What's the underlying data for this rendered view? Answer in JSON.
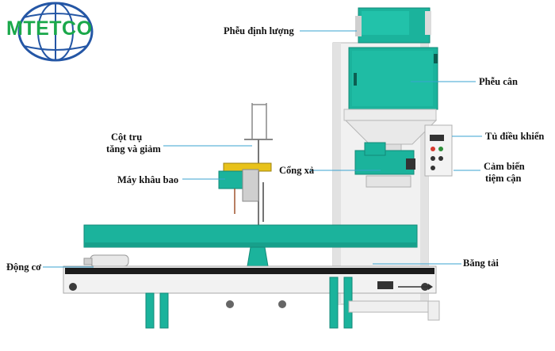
{
  "logo": {
    "text": "MTETCO",
    "color": "#1aa84a",
    "globe_color": "#2456a5"
  },
  "colors": {
    "teal": "#1bb39c",
    "teal_dark": "#138a78",
    "frame": "#f1f1f1",
    "frame_edge": "#b9b9b9",
    "belt": "#1c1c1c",
    "leader": "#3aa3d0"
  },
  "labels": {
    "hopper_dosing": "Phễu định lượng",
    "hopper_weigh": "Phễu cân",
    "lift_column_1": "Cột trụ",
    "lift_column_2": "tăng và giảm",
    "control_cabinet": "Tủ điều khiển",
    "discharge_gate": "Cổng xả",
    "proximity_sensor_1": "Cảm biến",
    "proximity_sensor_2": "tiệm cận",
    "sewing_machine": "Máy khâu bao",
    "motor": "Động cơ",
    "conveyor": "Băng tải"
  }
}
